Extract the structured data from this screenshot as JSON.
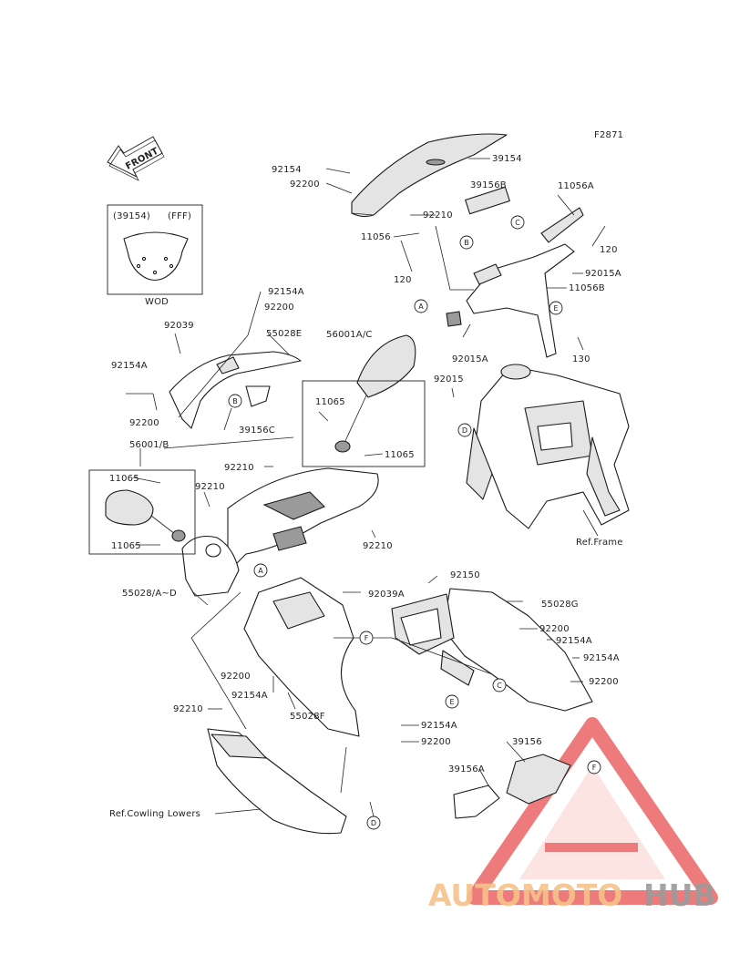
{
  "figure_code": "F2871",
  "front_arrow_label": "FRONT",
  "inset": {
    "header_part": "(39154)",
    "header_color": "(FFF)",
    "footer": "WOD"
  },
  "labels": {
    "p39154": "39154",
    "p92154_top": "92154",
    "p92200_top": "92200",
    "p39156B": "39156B",
    "p11056A": "11056A",
    "p92210_top": "92210",
    "p11056": "11056",
    "p120_right": "120",
    "p120_left": "120",
    "p92015A_right": "92015A",
    "p11056B": "11056B",
    "p92015A_left": "92015A",
    "p130": "130",
    "p92015": "92015",
    "p92154A_1": "92154A",
    "p92200_1": "92200",
    "p92039": "92039",
    "p55028E": "55028E",
    "p56001AC": "56001A/C",
    "p92154A_2": "92154A",
    "p92200_2": "92200",
    "p39156C": "39156C",
    "p11065_a": "11065",
    "p11065_b": "11065",
    "p56001B": "56001/B",
    "p92210_2": "92210",
    "p11065_c": "11065",
    "p92210_3": "92210",
    "p11065_d": "11065",
    "p92210_4": "92210",
    "p55028AD": "55028/A~D",
    "ref_frame": "Ref.Frame",
    "p92150": "92150",
    "p92039A": "92039A",
    "p55028G": "55028G",
    "p92200_3": "92200",
    "p92154A_3": "92154A",
    "p92154A_4": "92154A",
    "p92200_4": "92200",
    "p92200_5": "92200",
    "p92154A_5": "92154A",
    "p92210_5": "92210",
    "p55028F": "55028F",
    "p92154A_6": "92154A",
    "p92200_6": "92200",
    "p39156": "39156",
    "p39156A": "39156A",
    "ref_cowling": "Ref.Cowling Lowers"
  },
  "callouts": {
    "A": "A",
    "B": "B",
    "C": "C",
    "D": "D",
    "E": "E",
    "F": "F"
  },
  "watermark": {
    "word_colored": "AUTOMOTO",
    "word_gray": "HUB",
    "color_accent": "#e8504f",
    "color_text": "#f5c38a"
  }
}
